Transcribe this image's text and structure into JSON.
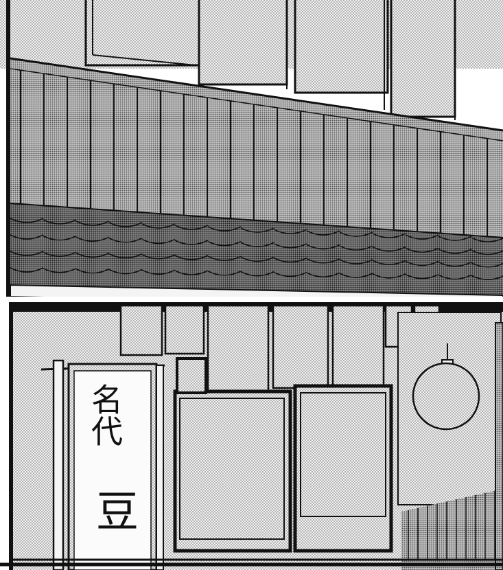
{
  "sign": {
    "line1": "名代",
    "line2": "豆"
  },
  "colors": {
    "ink": "#111111",
    "paper": "#ffffff",
    "tone_light": "#d6d6d6",
    "tone_mid": "#a9a9a9",
    "tone_dark": "#6f6f6f"
  },
  "icons": {
    "lantern": "round-paper-lantern-icon",
    "roof": "tiled-roof",
    "sign": "vertical-shop-sign"
  }
}
